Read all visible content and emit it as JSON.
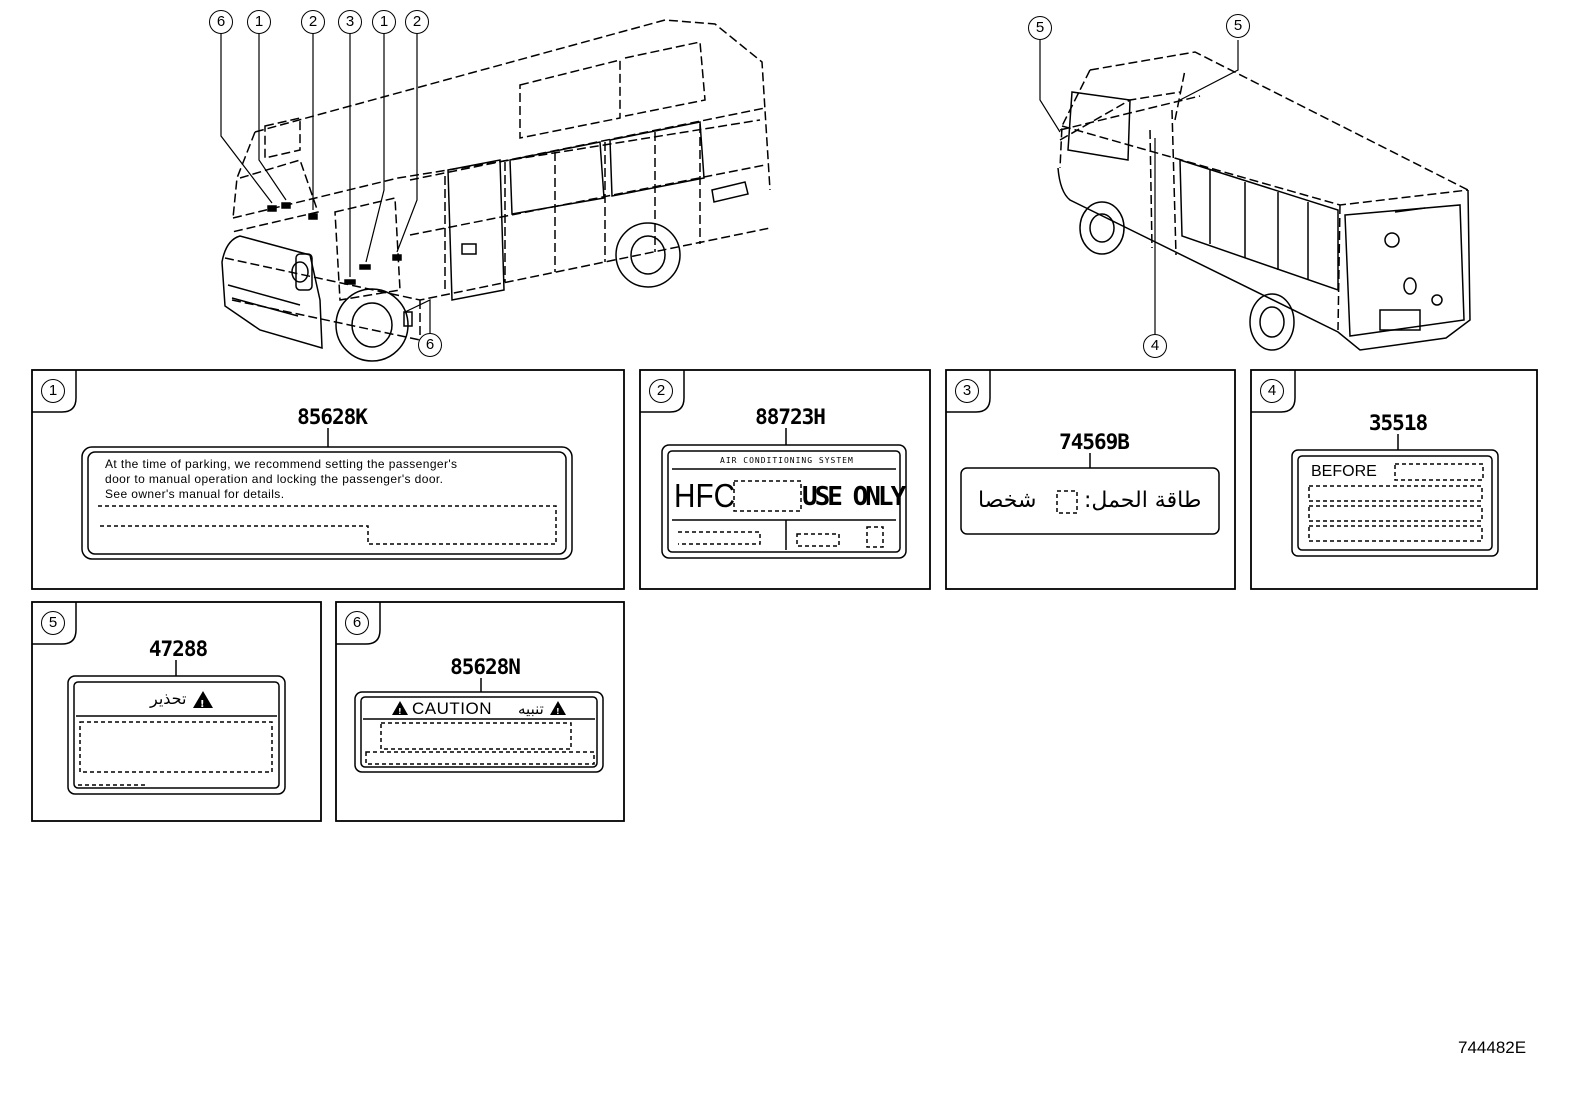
{
  "figure_id": "744482E",
  "callouts_front": [
    "6",
    "1",
    "2",
    "3",
    "1",
    "2"
  ],
  "callout_front_bottom": "6",
  "callouts_rear": [
    "5",
    "5"
  ],
  "callout_rear_bottom": "4",
  "panels": [
    {
      "num": "1",
      "part": "85628K",
      "lines": [
        "At the time of parking, we recommend setting the passenger's",
        "door to manual operation and locking the passenger's door.",
        "See owner's manual for details."
      ]
    },
    {
      "num": "2",
      "part": "88723H",
      "header": "AIR CONDITIONING SYSTEM",
      "left": "HFC",
      "right": "USE ONLY"
    },
    {
      "num": "3",
      "part": "74569B",
      "arabic_left": "شخصا",
      "arabic_right": "طاقة الحمل:"
    },
    {
      "num": "4",
      "part": "35518",
      "text": "BEFORE"
    },
    {
      "num": "5",
      "part": "47288",
      "arabic": "تحذير"
    },
    {
      "num": "6",
      "part": "85628N",
      "caution": "CAUTION",
      "arabic": "تنبيه"
    }
  ]
}
